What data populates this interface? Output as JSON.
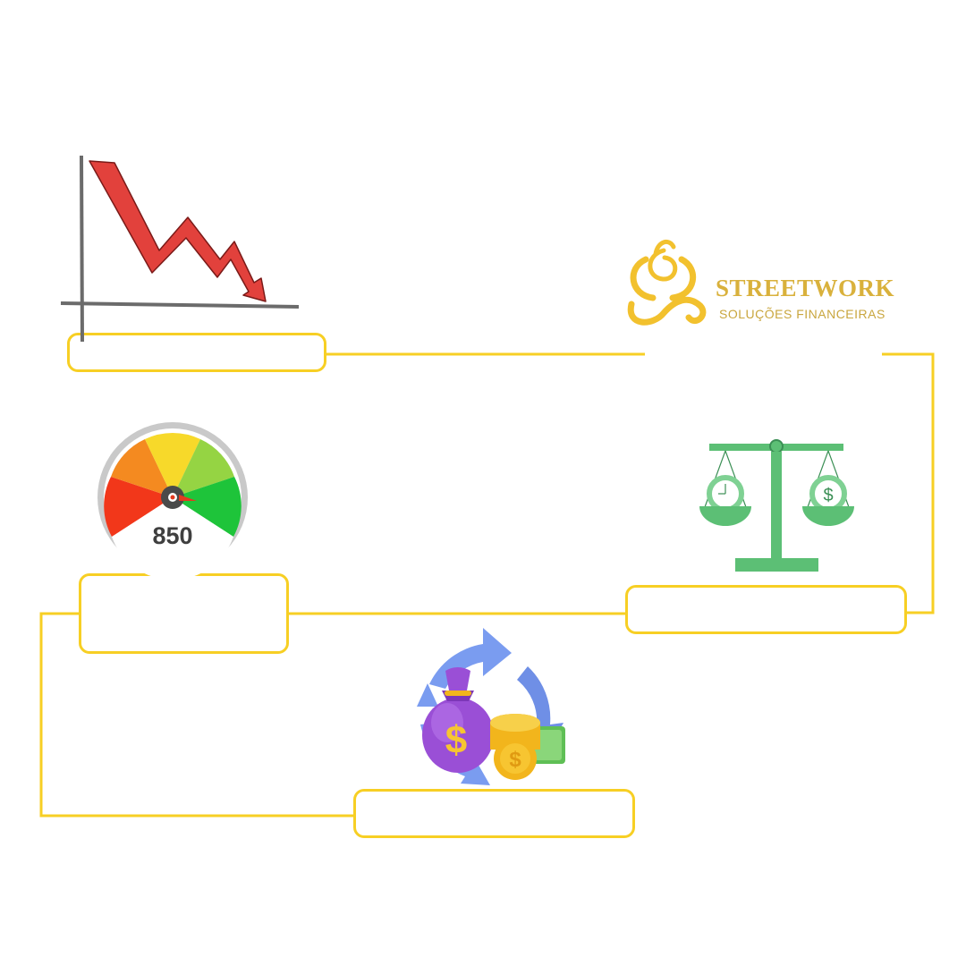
{
  "brand": {
    "name": "STREETWORK",
    "tagline": "SOLUÇÕES FINANCEIRAS",
    "color": "#d9b13c"
  },
  "connector_color": "#f7cf24",
  "gauge": {
    "value_label": "850"
  },
  "icons": [
    "falling-chart-icon",
    "credit-score-gauge-icon",
    "balance-scale-icon",
    "money-cycle-icon",
    "streetwork-logo-icon"
  ],
  "steps": [
    {
      "id": "step-1",
      "text": ""
    },
    {
      "id": "step-2",
      "text": ""
    },
    {
      "id": "step-3",
      "text": ""
    },
    {
      "id": "step-4",
      "text": ""
    }
  ]
}
